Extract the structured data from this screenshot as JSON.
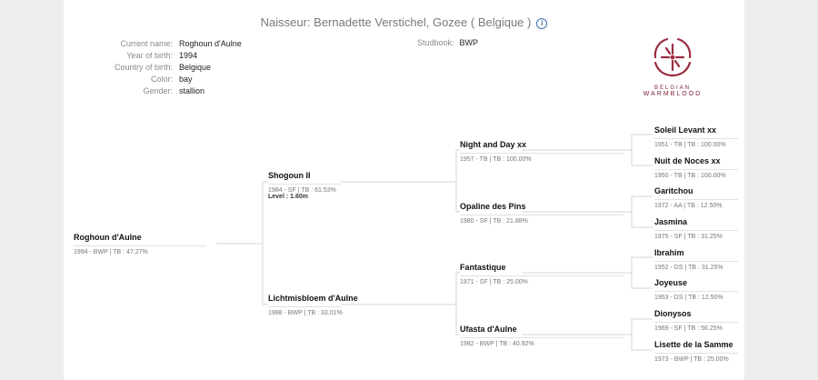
{
  "header": {
    "breeder_text": "Naisseur: Bernadette Verstichel, Gozee ( Belgique )",
    "info_glyph": "i"
  },
  "fields": [
    {
      "label": "Current name:",
      "value": "Roghoun d'Aulne"
    },
    {
      "label": "Year of birth:",
      "value": "1994"
    },
    {
      "label": "Country of birth:",
      "value": "Belgique"
    },
    {
      "label": "Color:",
      "value": "bay"
    },
    {
      "label": "Gender:",
      "value": "stallion"
    }
  ],
  "studbook": {
    "label": "Studbook:",
    "value": "BWP"
  },
  "logo": {
    "line1": "BELGIAN",
    "line2": "WARMBLOOD",
    "color": "#9b2c3f"
  },
  "pedigree": {
    "subject": {
      "name": "Roghoun d'Aulne",
      "meta": "1994 - BWP | TB : 47.27%"
    },
    "sire": {
      "name": "Shogoun II",
      "meta": "1984 - SF | TB : 61.53%",
      "level": "Level : 1.60m"
    },
    "dam": {
      "name": "Lichtmisbloem d'Aulne",
      "meta": "1988 - BWP | TB : 33.01%"
    },
    "gen3": [
      {
        "name": "Night and Day xx",
        "meta": "1957 - TB | TB : 100.00%"
      },
      {
        "name": "Opaline des Pins",
        "meta": "1980 - SF | TB : 21.88%"
      },
      {
        "name": "Fantastique",
        "meta": "1971 - SF | TB : 25.00%"
      },
      {
        "name": "Ufasta d'Aulne",
        "meta": "1982 - BWP | TB : 40.92%"
      }
    ],
    "gen4": [
      {
        "name": "Soleil Levant xx",
        "meta": "1951 - TB | TB : 100.00%"
      },
      {
        "name": "Nuit de Noces xx",
        "meta": "1950 - TB | TB : 100.00%"
      },
      {
        "name": "Garitchou",
        "meta": "1972 - AA | TB : 12.50%"
      },
      {
        "name": "Jasmina",
        "meta": "1975 - SF | TB : 31.25%"
      },
      {
        "name": "Ibrahim",
        "meta": "1952 - DS | TB : 31.25%"
      },
      {
        "name": "Joyeuse",
        "meta": "1953 - DS | TB : 12.50%"
      },
      {
        "name": "Dionysos",
        "meta": "1969 - SF | TB : 56.25%"
      },
      {
        "name": "Lisette de la Samme",
        "meta": "1973 - BWP | TB : 25.00%"
      }
    ]
  }
}
